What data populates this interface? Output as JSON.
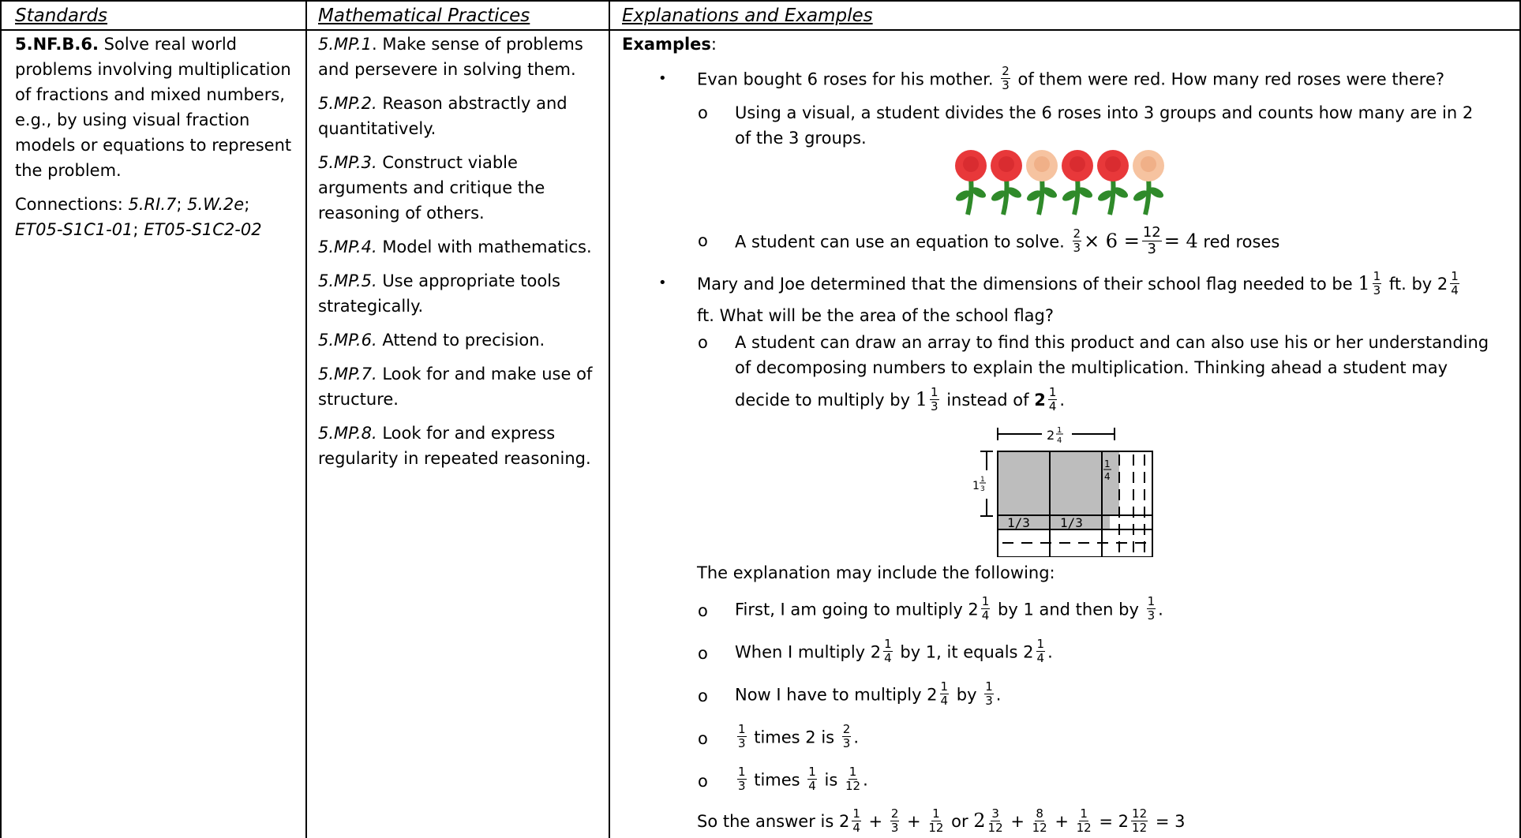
{
  "headers": {
    "standards": "Standards",
    "practices": "Mathematical Practices",
    "explanations": "Explanations and Examples"
  },
  "standard": {
    "code": "5.NF.B.6.",
    "text": " Solve real world problems involving multiplication of fractions and mixed numbers, e.g., by using visual fraction models or equations to represent the problem.",
    "connections_label": "Connections: ",
    "connections": [
      "5.RI.7",
      "5.W.2e",
      "ET05-S1C1-01",
      "ET05-S1C2-02"
    ],
    "sep": "; "
  },
  "practices": [
    {
      "code": "5.MP.1",
      "text": ". Make sense of problems and persevere in solving them."
    },
    {
      "code": "5.MP.2.",
      "text": " Reason abstractly and quantitatively."
    },
    {
      "code": "5.MP.3.",
      "text": " Construct viable arguments and critique the reasoning of others."
    },
    {
      "code": "5.MP.4.",
      "text": " Model with mathematics."
    },
    {
      "code": "5.MP.5.",
      "text": " Use appropriate tools strategically."
    },
    {
      "code": "5.MP.6.",
      "text": " Attend to precision."
    },
    {
      "code": "5.MP.7.",
      "text": " Look for and make use of structure."
    },
    {
      "code": "5.MP.8.",
      "text": " Look for and express regularity in repeated reasoning."
    }
  ],
  "examples": {
    "label": "Examples",
    "colon": ":",
    "bullet": "•",
    "sub_bullet": "o",
    "ex1": {
      "a": "Evan bought 6 roses for his mother. ",
      "b": " of them were red. How many red roses were there?",
      "sub1": "Using a visual, a student divides the 6 roses into 3 groups and counts how many are in 2 of the 3 groups.",
      "sub2_a": "A student can use an equation to solve. ",
      "sub2_eq1": "× 6 =",
      "sub2_eq2": "= 4",
      "sub2_b": " red roses"
    },
    "ex2": {
      "line1_a": "Mary and Joe determined that the dimensions of their school flag needed to be ",
      "line1_b": " ft. by 2",
      "line2": "ft. What will be the area of the school flag?",
      "sub1_a": "A student can draw an array to find this product and can also use his or her understanding",
      "sub1_b": "of decomposing numbers to explain the multiplication. Thinking ahead a student may",
      "sub1_c1": "decide to multiply by ",
      "sub1_c2": " instead of ",
      "sub1_c3": "2",
      "dot": ".",
      "expl": "The explanation may include the following:",
      "s1_a": "First, I am going to multiply 2",
      "s1_b": " by 1 and then by ",
      "s2_a": "When I multiply 2",
      "s2_b": " by 1, it equals 2",
      "s3_a": "Now I have to multiply 2",
      "s3_b": " by ",
      "s4_b": " times 2 is ",
      "s5_b": " times ",
      "s5_c": " is  ",
      "ans_a": "So the answer is 2",
      "plus": " + ",
      "or": " or ",
      "eq": " = 2",
      "eq3": " = 3"
    }
  },
  "fractions": {
    "one": "1",
    "two": "2",
    "three": "3",
    "four": "4",
    "six": "6",
    "eight": "8",
    "twelve": "12"
  },
  "model": {
    "top_label": "2",
    "left_label": "1",
    "cell_a": "1/3",
    "cell_b": "1/3",
    "cell_c": "1"
  },
  "colors": {
    "rose_red": "#e8383a",
    "rose_pink": "#f6c3a0",
    "stem": "#2f8a2a",
    "shade": "#bdbdbd"
  }
}
